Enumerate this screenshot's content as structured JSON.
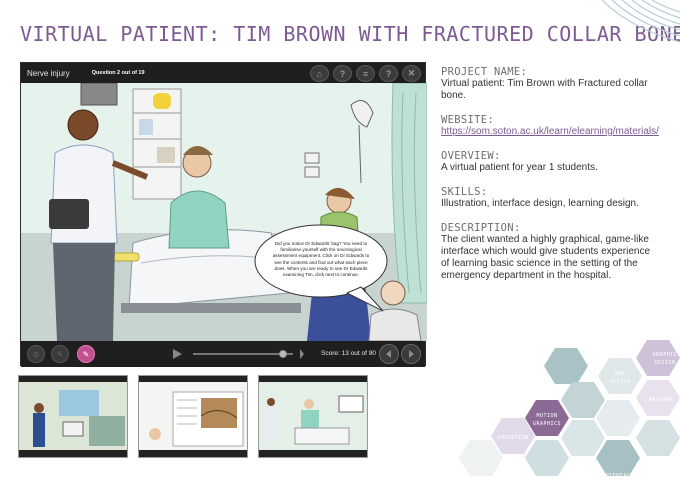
{
  "page": {
    "title": "VIRTUAL PATIENT: TIM BROWN WITH FRACTURED COLLAR BONE",
    "accent_color": "#7d5a93"
  },
  "app": {
    "lesson_label": "Nerve injury",
    "question_label": "Question 2 out of 19",
    "toolbar_icons": [
      "home-icon",
      "help-icon",
      "notes-icon",
      "question-icon",
      "close-icon"
    ],
    "toolbar_glyphs": [
      "⌂",
      "?",
      "≡",
      "?",
      "✕"
    ],
    "speech_text": "Did you notice Dr Edwards' bag? You need to familiarise yourself with the neurological assessment equipment. Click on Dr Edwards to see the contents and find out what each piece does. When you are ready to see Dr Edwards examining Tim, click next to continue.",
    "score_label": "Score: 13 out of 90",
    "audio_progress": 0.9,
    "prev_glyph": "◀",
    "next_glyph": "▶"
  },
  "info": {
    "project_heading": "PROJECT NAME:",
    "project_text": "Virtual patient: Tim Brown with Fractured collar bone.",
    "website_heading": "WEBSITE:",
    "website_link": "https://som.soton.ac.uk/learn/elearning/materials/",
    "overview_heading": "OVERVIEW:",
    "overview_text": "A virtual patient for year 1 students.",
    "skills_heading": "SKILLS:",
    "skills_text": "Illustration, interface design, learning design.",
    "description_heading": "DESCRIPTION:",
    "description_text": "The client wanted a highly graphical, game-like interface which would give students experience of learning basic science in the setting of the emergency department in the hospital."
  },
  "hexes": {
    "graphic_design": [
      "GRAPHIC",
      "DESIGN"
    ],
    "web_design": [
      "WEB",
      "DESIGN"
    ],
    "artwork": "ARTWORK",
    "motion_graphics": [
      "MOTION",
      "GRAPHICS"
    ],
    "animation": "ANIMATION",
    "interface": "INTERFACE"
  }
}
